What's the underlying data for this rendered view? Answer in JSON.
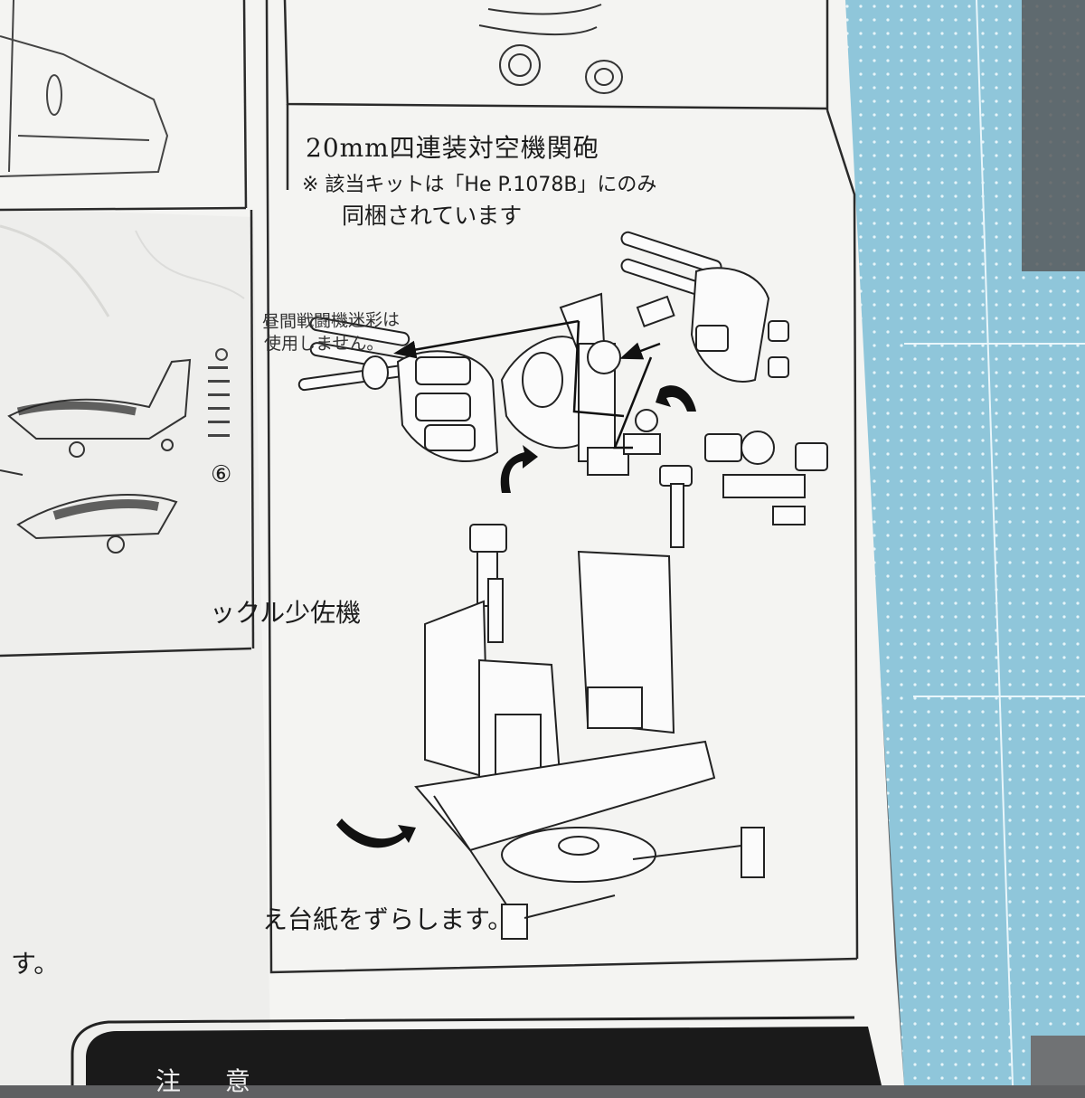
{
  "section": {
    "title": "20mm四連装対空機関砲",
    "note_line1": "※ 該当キットは「He P.1078B」にのみ",
    "note_line2": "同梱されています"
  },
  "left_panel": {
    "note_line1": "昼間戦闘機迷彩は",
    "note_line2": "使用しません。",
    "step_number": "⑥",
    "pilot_name": "ックル少佐機"
  },
  "bottom_text": {
    "line1": "え台紙をずらします。",
    "line2": "す。"
  },
  "warning_label": "注 意",
  "colors": {
    "paper": "#f4f4f2",
    "ink": "#1b1b1b",
    "cutting_mat": "#8fc6da",
    "warning_band": "#1a1a1a"
  },
  "icons": [
    "rotation-arrow-icon",
    "assembly-arrow-icon"
  ]
}
